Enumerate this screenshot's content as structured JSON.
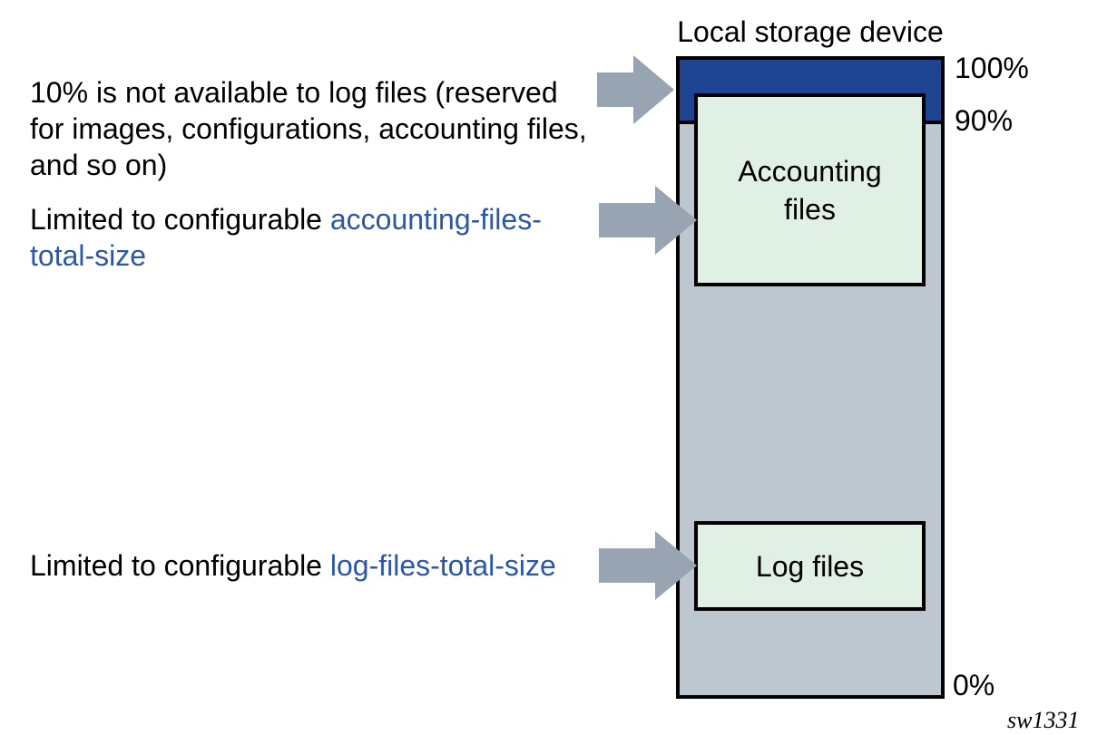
{
  "diagram": {
    "title": "Local storage device",
    "watermark": "sw1331",
    "colors": {
      "reserved_blue": "#1f4592",
      "storage_gray": "#bdc7d0",
      "files_green": "#e1f0e5",
      "arrow_gray": "#98a4b1",
      "link_blue": "#2b57a8",
      "border_black": "#000000",
      "text_black": "#000000"
    },
    "scale_labels": {
      "full": "100%",
      "reserved_floor": "90%",
      "empty": "0%"
    },
    "storage_bar": {
      "accounting_box": {
        "lines": [
          "Accounting",
          "files"
        ]
      },
      "log_box": {
        "label": "Log files"
      }
    },
    "annotations": {
      "reserved_note": {
        "lines": [
          "10% is not available to log files (reserved",
          "for images, configurations, accounting files,",
          "and so on)"
        ]
      },
      "accounting_note": {
        "prefix": "Limited to configurable ",
        "link_line1": "accounting-files-",
        "link_line2": "total-size"
      },
      "log_note": {
        "prefix": "Limited to configurable ",
        "link": "log-files-total-size"
      }
    }
  }
}
